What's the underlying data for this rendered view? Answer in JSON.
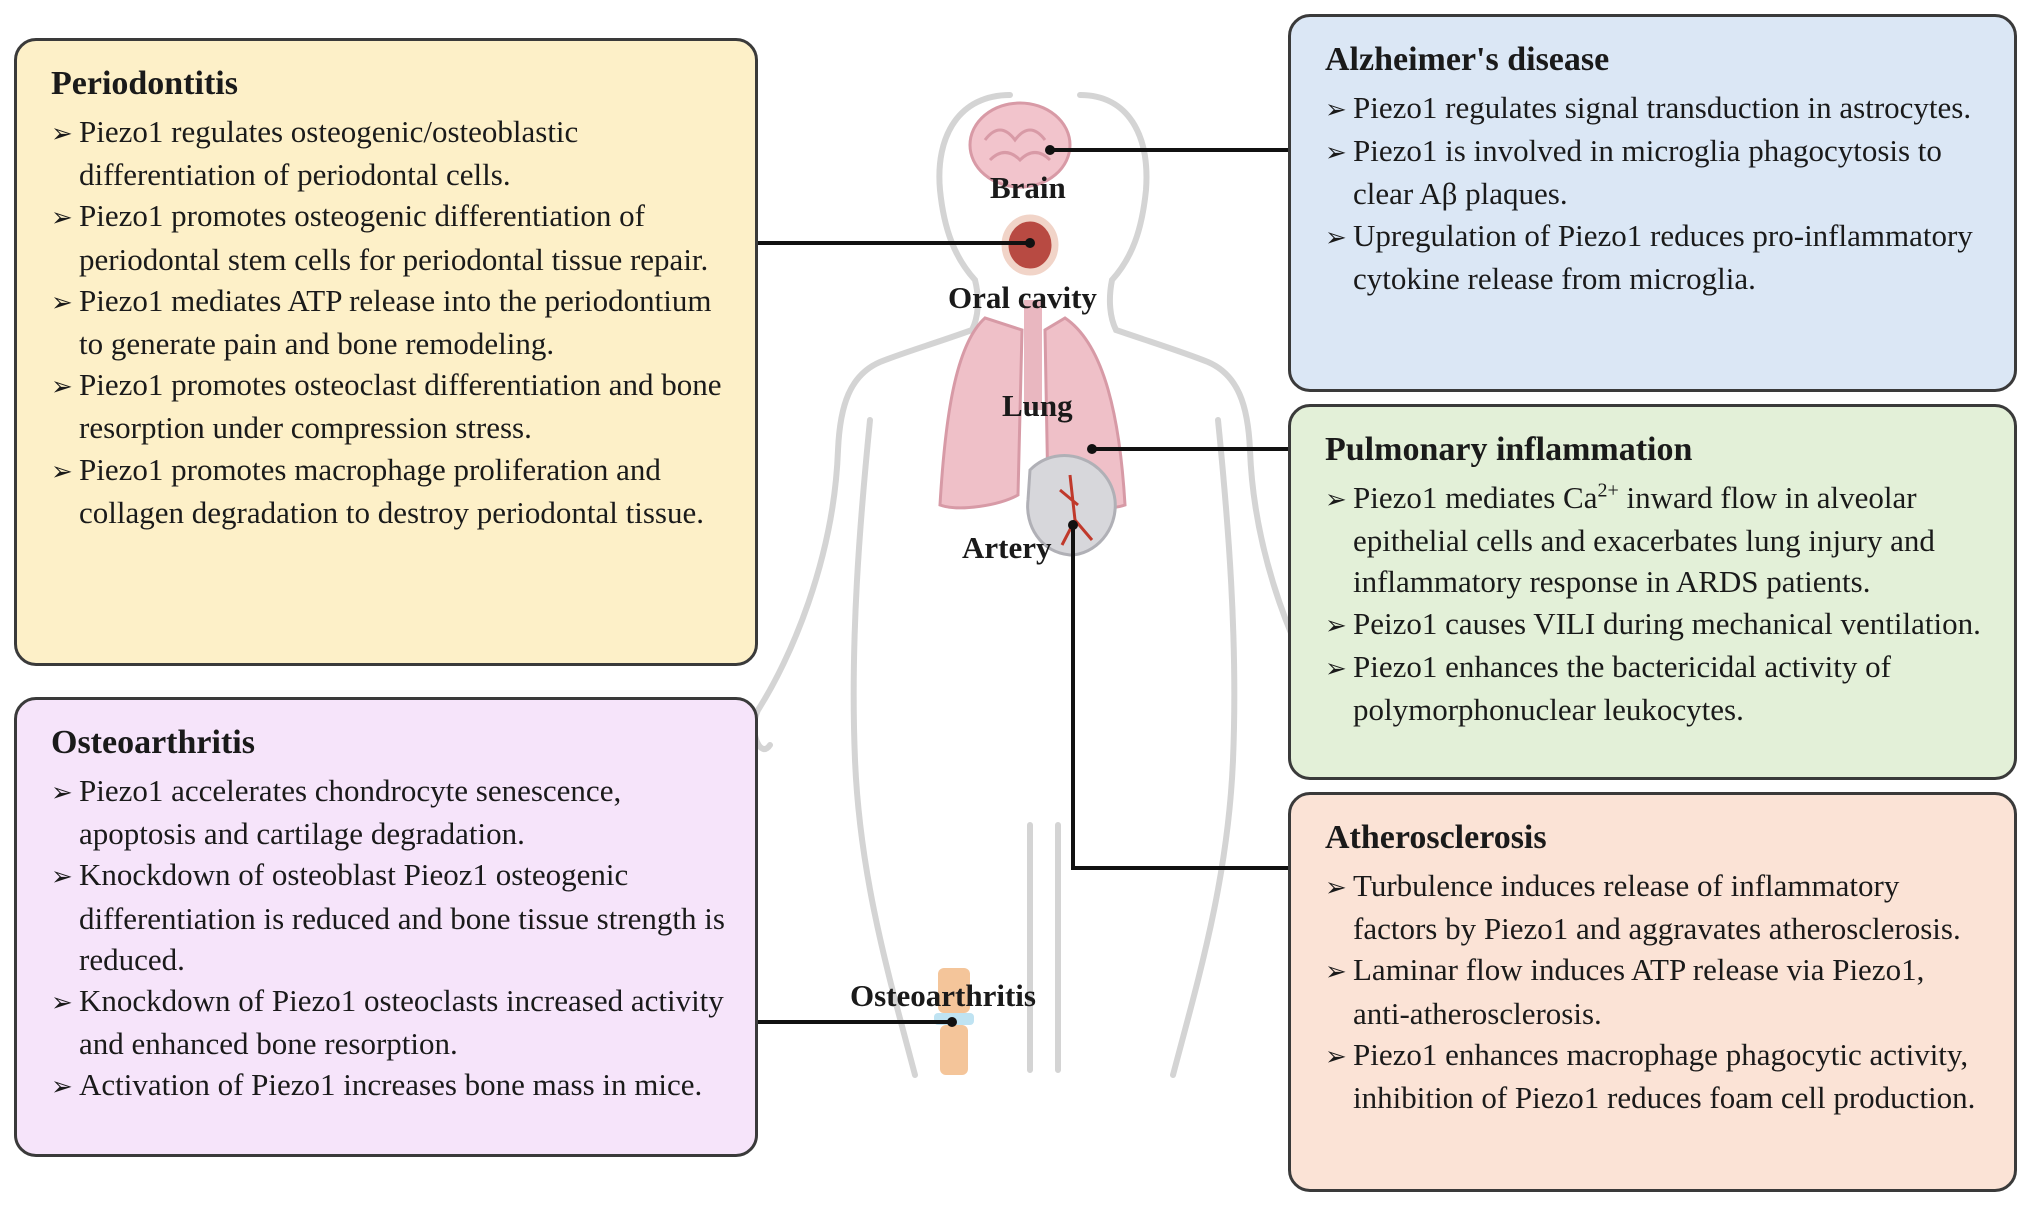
{
  "boxes": {
    "periodontitis": {
      "title": "Periodontitis",
      "color": "#fdf0c8",
      "items": [
        "Piezo1 regulates osteogenic/osteoblastic differentiation of periodontal cells.",
        "Piezo1 promotes osteogenic differentiation of periodontal stem cells for periodontal tissue repair.",
        "Piezo1 mediates ATP release into the periodontium to generate pain and bone remodeling.",
        "Piezo1 promotes osteoclast differentiation and bone resorption under compression stress.",
        "Piezo1 promotes macrophage proliferation and collagen degradation to destroy periodontal tissue."
      ]
    },
    "osteoarthritis": {
      "title": "Osteoarthritis",
      "color": "#f6e4fa",
      "items": [
        "Piezo1 accelerates chondrocyte senescence, apoptosis and cartilage degradation.",
        "Knockdown of osteoblast Pieoz1 osteogenic differentiation is reduced and bone tissue strength is reduced.",
        "Knockdown of Piezo1 osteoclasts increased activity and enhanced bone resorption.",
        "Activation of Piezo1 increases bone mass in mice."
      ]
    },
    "alzheimers": {
      "title": "Alzheimer's disease",
      "color": "#dbe7f5",
      "items": [
        "Piezo1 regulates signal transduction in astrocytes.",
        "Piezo1 is involved in microglia phagocytosis to clear Aβ plaques.",
        "Upregulation of Piezo1 reduces pro-inflammatory cytokine release from microglia."
      ]
    },
    "pulmonary": {
      "title": "Pulmonary inflammation",
      "color": "#e3f0d8",
      "item1_pre": "Piezo1 mediates Ca",
      "item1_sup": "2+",
      "item1_post": " inward flow in alveolar epithelial cells and exacerbates lung injury and inflammatory response in ARDS patients.",
      "items": [
        "Peizo1 causes VILI during mechanical ventilation.",
        "Piezo1 enhances the bactericidal activity of polymorphonuclear leukocytes."
      ]
    },
    "atherosclerosis": {
      "title": "Atherosclerosis",
      "color": "#fbe3d6",
      "items": [
        "Turbulence induces release of inflammatory factors by Piezo1 and aggravates atherosclerosis.",
        "Laminar flow induces ATP release via Piezo1, anti-atherosclerosis.",
        "Piezo1 enhances macrophage phagocytic activity, inhibition of Piezo1 reduces foam cell production."
      ]
    }
  },
  "organs": {
    "brain": "Brain",
    "oral": "Oral cavity",
    "lung": "Lung",
    "artery": "Artery",
    "joint": "Osteoarthritis"
  },
  "bullet_glyph": "➢",
  "colors": {
    "border": "#3a3a3a",
    "body_outline": "#d4d4d4",
    "brain": "#f2c4cc",
    "lung": "#efc0c8",
    "heart": "#d7d7db",
    "vessel": "#c0392b",
    "connector": "#111111"
  }
}
